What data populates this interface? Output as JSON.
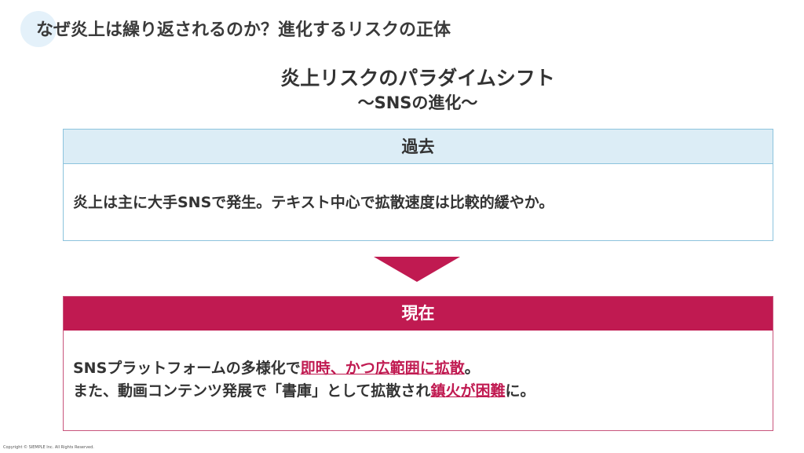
{
  "header": {
    "title": "なぜ炎上は繰り返されるのか？進化するリスクの正体"
  },
  "slide": {
    "title": "炎上リスクのパラダイムシフト",
    "subtitle": "〜SNSの進化〜",
    "past": {
      "label": "過去",
      "text": "炎上は主に大手SNSで発生。テキスト中心で拡散速度は比較的緩やか。"
    },
    "present": {
      "label": "現在",
      "line1_a": "SNSプラットフォームの多様化で",
      "line1_hl": "即時、かつ広範囲に拡散",
      "line1_b": "。",
      "line2_a": "また、動画コンテンツ発展で「書庫」として拡散され",
      "line2_hl": "鎮火が困難",
      "line2_b": "に。"
    },
    "accent_color": "#c01a51"
  },
  "footer": {
    "copyright": "Copyright © SIEMPLE Inc. All Rights Reserved."
  }
}
